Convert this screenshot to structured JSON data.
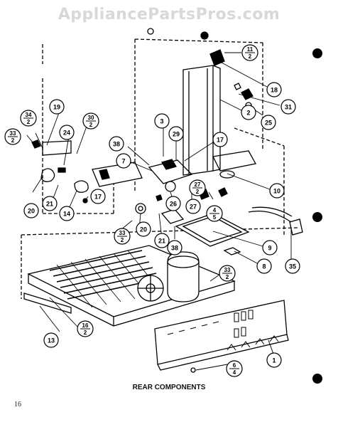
{
  "watermark": "AppliancePartsPros.com",
  "caption": "REAR COMPONENTS",
  "page_number": "16",
  "callouts": [
    {
      "id": "c1",
      "label": "1"
    },
    {
      "id": "c2",
      "label": "2"
    },
    {
      "id": "c3",
      "label": "3"
    },
    {
      "id": "c7",
      "label": "7"
    },
    {
      "id": "c8",
      "label": "8"
    },
    {
      "id": "c9",
      "label": "9"
    },
    {
      "id": "c10",
      "label": "10"
    },
    {
      "id": "c13",
      "label": "13"
    },
    {
      "id": "c14",
      "label": "14"
    },
    {
      "id": "c17a",
      "label": "17"
    },
    {
      "id": "c17b",
      "label": "17"
    },
    {
      "id": "c18",
      "label": "18"
    },
    {
      "id": "c19",
      "label": "19"
    },
    {
      "id": "c20a",
      "label": "20"
    },
    {
      "id": "c20b",
      "label": "20"
    },
    {
      "id": "c21a",
      "label": "21"
    },
    {
      "id": "c21b",
      "label": "21"
    },
    {
      "id": "c24",
      "label": "24"
    },
    {
      "id": "c25",
      "label": "25"
    },
    {
      "id": "c26",
      "label": "26"
    },
    {
      "id": "c27",
      "label": "27"
    },
    {
      "id": "c29",
      "label": "29"
    },
    {
      "id": "c31",
      "label": "31"
    },
    {
      "id": "c35",
      "label": "35"
    },
    {
      "id": "c38a",
      "label": "38"
    },
    {
      "id": "c38b",
      "label": "38"
    }
  ],
  "fraction_callouts": [
    {
      "id": "f11",
      "top": "11",
      "bottom": "2"
    },
    {
      "id": "f34",
      "top": "34",
      "bottom": "2"
    },
    {
      "id": "f30",
      "top": "30",
      "bottom": "2"
    },
    {
      "id": "f33a",
      "top": "33",
      "bottom": "2"
    },
    {
      "id": "f33b",
      "top": "33",
      "bottom": "2"
    },
    {
      "id": "f33c",
      "top": "33",
      "bottom": "2"
    },
    {
      "id": "f27",
      "top": "27",
      "bottom": "2"
    },
    {
      "id": "f4",
      "top": "4",
      "bottom": "5"
    },
    {
      "id": "f16",
      "top": "16",
      "bottom": "2"
    },
    {
      "id": "f6",
      "top": "6",
      "bottom": "4"
    }
  ]
}
